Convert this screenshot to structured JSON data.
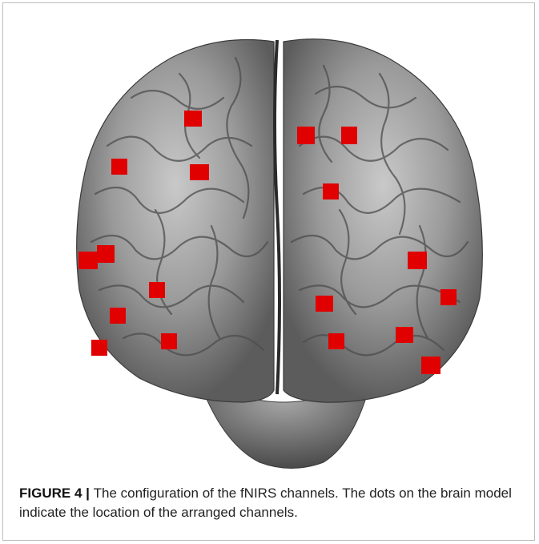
{
  "figure": {
    "label": "FIGURE 4",
    "separator": " | ",
    "caption_text": "The configuration of the fNIRS channels. The dots on the brain model indicate the location of the arranged channels."
  },
  "image": {
    "subject": "brain-model-frontal-view",
    "brain_color": "#8d8d8d",
    "marker_color": "#e00000",
    "channels": [
      {
        "id": 1
      },
      {
        "id": 2
      },
      {
        "id": 3
      },
      {
        "id": 4
      },
      {
        "id": 5
      },
      {
        "id": 6
      },
      {
        "id": 7
      },
      {
        "id": 8
      },
      {
        "id": 9
      },
      {
        "id": 10
      },
      {
        "id": 11
      },
      {
        "id": 12
      },
      {
        "id": 13
      },
      {
        "id": 14
      },
      {
        "id": 15
      },
      {
        "id": 16
      },
      {
        "id": 17
      },
      {
        "id": 18
      },
      {
        "id": 19
      },
      {
        "id": 20
      },
      {
        "id": 21
      }
    ]
  }
}
